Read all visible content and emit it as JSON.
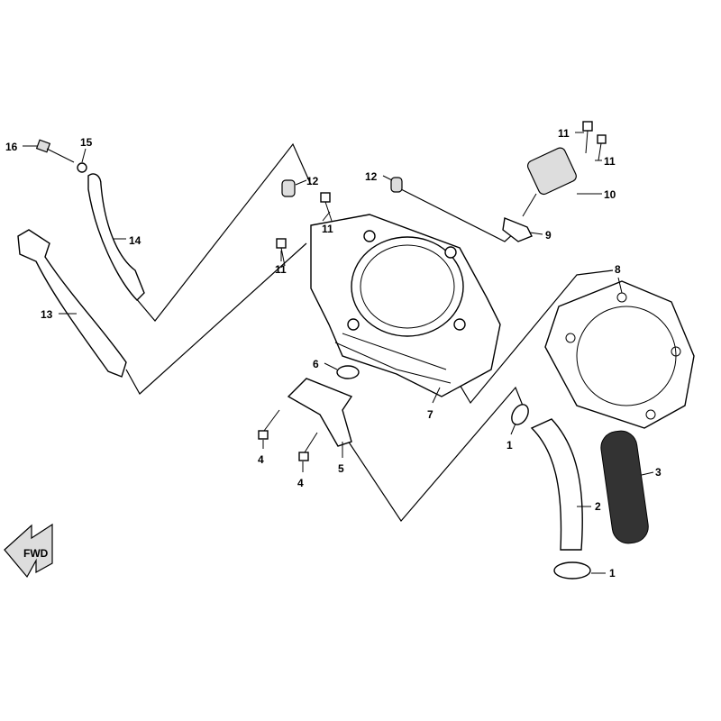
{
  "diagram": {
    "title_mark": "FWD",
    "callouts": [
      {
        "id": "c16",
        "label": "16"
      },
      {
        "id": "c15",
        "label": "15"
      },
      {
        "id": "c14",
        "label": "14"
      },
      {
        "id": "c13",
        "label": "13"
      },
      {
        "id": "c12a",
        "label": "12"
      },
      {
        "id": "c11a",
        "label": "11"
      },
      {
        "id": "c11b",
        "label": "11"
      },
      {
        "id": "c12b",
        "label": "12"
      },
      {
        "id": "c11c",
        "label": "11"
      },
      {
        "id": "c11d",
        "label": "11"
      },
      {
        "id": "c10",
        "label": "10"
      },
      {
        "id": "c9",
        "label": "9"
      },
      {
        "id": "c8",
        "label": "8"
      },
      {
        "id": "c6",
        "label": "6"
      },
      {
        "id": "c7",
        "label": "7"
      },
      {
        "id": "c4a",
        "label": "4"
      },
      {
        "id": "c4b",
        "label": "4"
      },
      {
        "id": "c5",
        "label": "5"
      },
      {
        "id": "c1a",
        "label": "1"
      },
      {
        "id": "c3",
        "label": "3"
      },
      {
        "id": "c2",
        "label": "2"
      },
      {
        "id": "c1b",
        "label": "1"
      }
    ]
  }
}
